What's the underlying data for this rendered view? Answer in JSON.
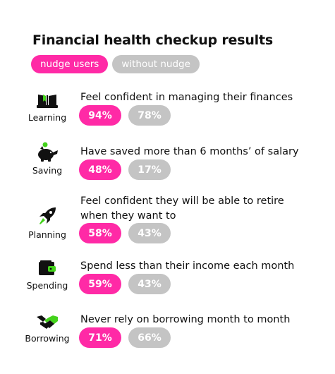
{
  "colors": {
    "nudge": "#ff2aa6",
    "without": "#c4c4c4",
    "accent_green": "#43d21b"
  },
  "chart_data": {
    "type": "table",
    "title": "Financial health checkup results",
    "series_names": [
      "nudge users",
      "without nudge"
    ],
    "rows": [
      {
        "category": "Learning",
        "icon": "book-icon",
        "statement": "Feel confident in managing their finances",
        "nudge": 94,
        "nudge_label": "94%",
        "without": 78,
        "without_label": "78%"
      },
      {
        "category": "Saving",
        "icon": "piggy-bank-icon",
        "statement": "Have saved more than 6 months’ of salary",
        "nudge": 48,
        "nudge_label": "48%",
        "without": 17,
        "without_label": "17%"
      },
      {
        "category": "Planning",
        "icon": "rocket-icon",
        "statement": "Feel confident they will be able to retire when they want to",
        "nudge": 58,
        "nudge_label": "58%",
        "without": 43,
        "without_label": "43%"
      },
      {
        "category": "Spending",
        "icon": "wallet-icon",
        "statement": "Spend less than their income each month",
        "nudge": 59,
        "nudge_label": "59%",
        "without": 43,
        "without_label": "43%"
      },
      {
        "category": "Borrowing",
        "icon": "handshake-icon",
        "statement": "Never rely on borrowing month to month",
        "nudge": 71,
        "nudge_label": "71%",
        "without": 66,
        "without_label": "66%"
      }
    ]
  }
}
